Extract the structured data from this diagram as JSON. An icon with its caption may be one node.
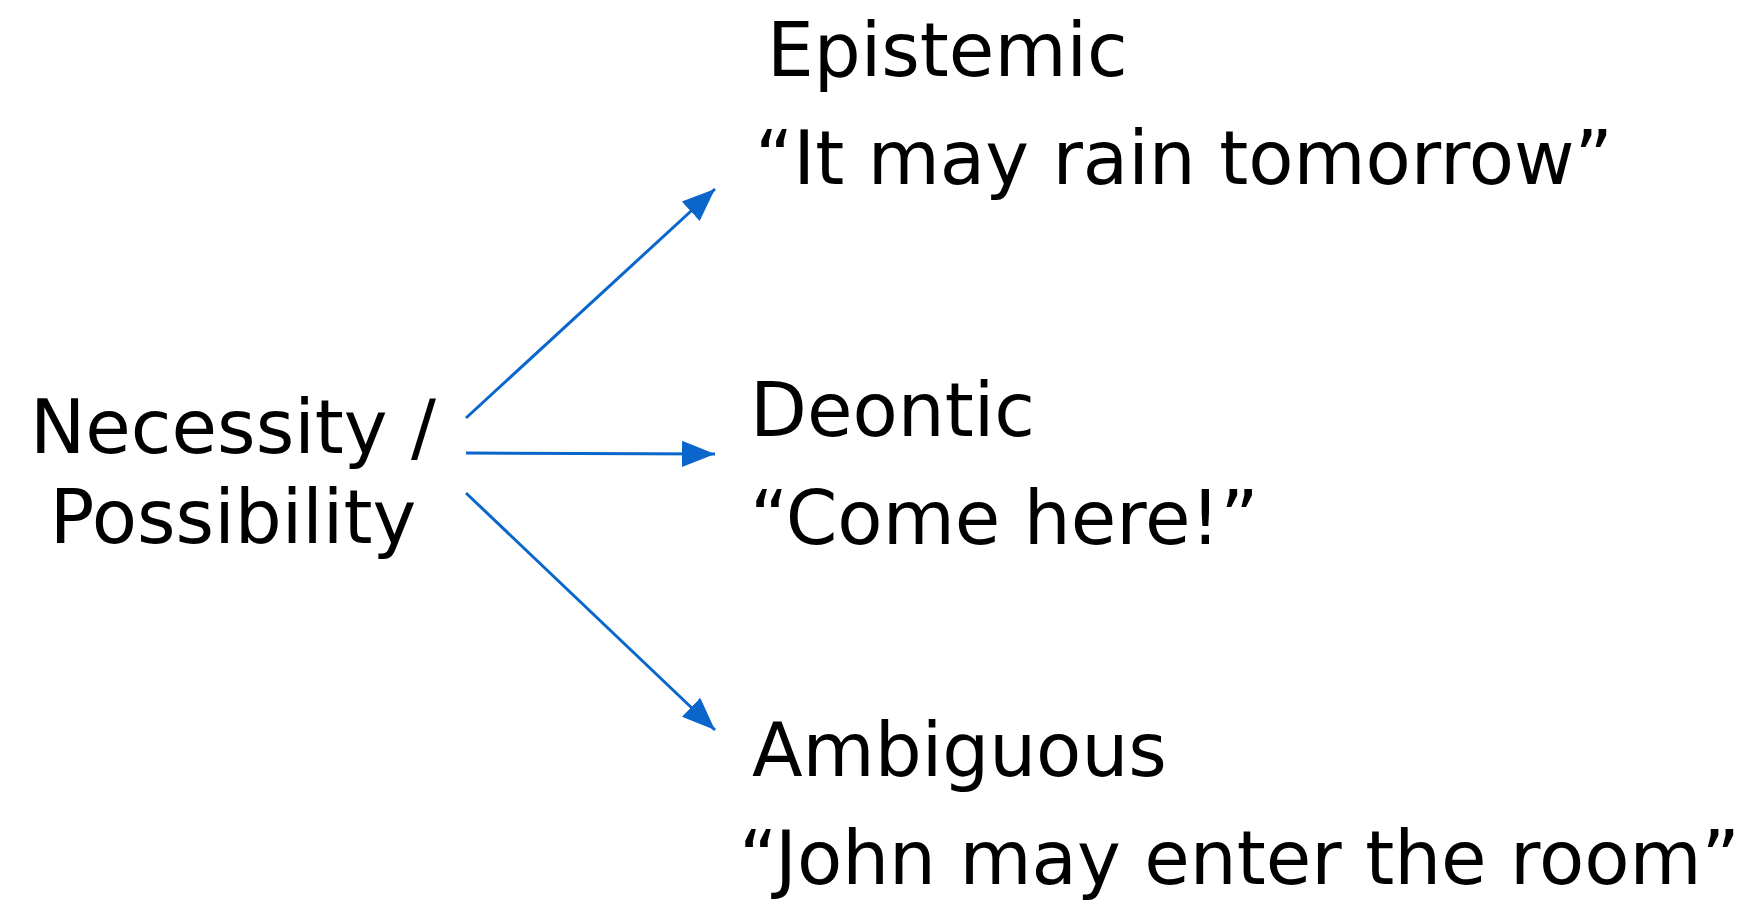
{
  "diagram": {
    "nodes": [
      {
        "text": [
          "Necessity / Possibility"
        ]
      },
      {
        "text": [
          "Epistemic",
          "“It may rain tomorrow”"
        ]
      },
      {
        "text": [
          "Deontic",
          "“Come here!”"
        ]
      },
      {
        "text": [
          "Ambiguous",
          "“John may enter the room”"
        ]
      }
    ],
    "edges": [
      {
        "from": 0,
        "to": 1,
        "arrow": "to"
      },
      {
        "from": 0,
        "to": 2,
        "arrow": "to"
      },
      {
        "from": 0,
        "to": 3,
        "arrow": "to"
      }
    ]
  }
}
